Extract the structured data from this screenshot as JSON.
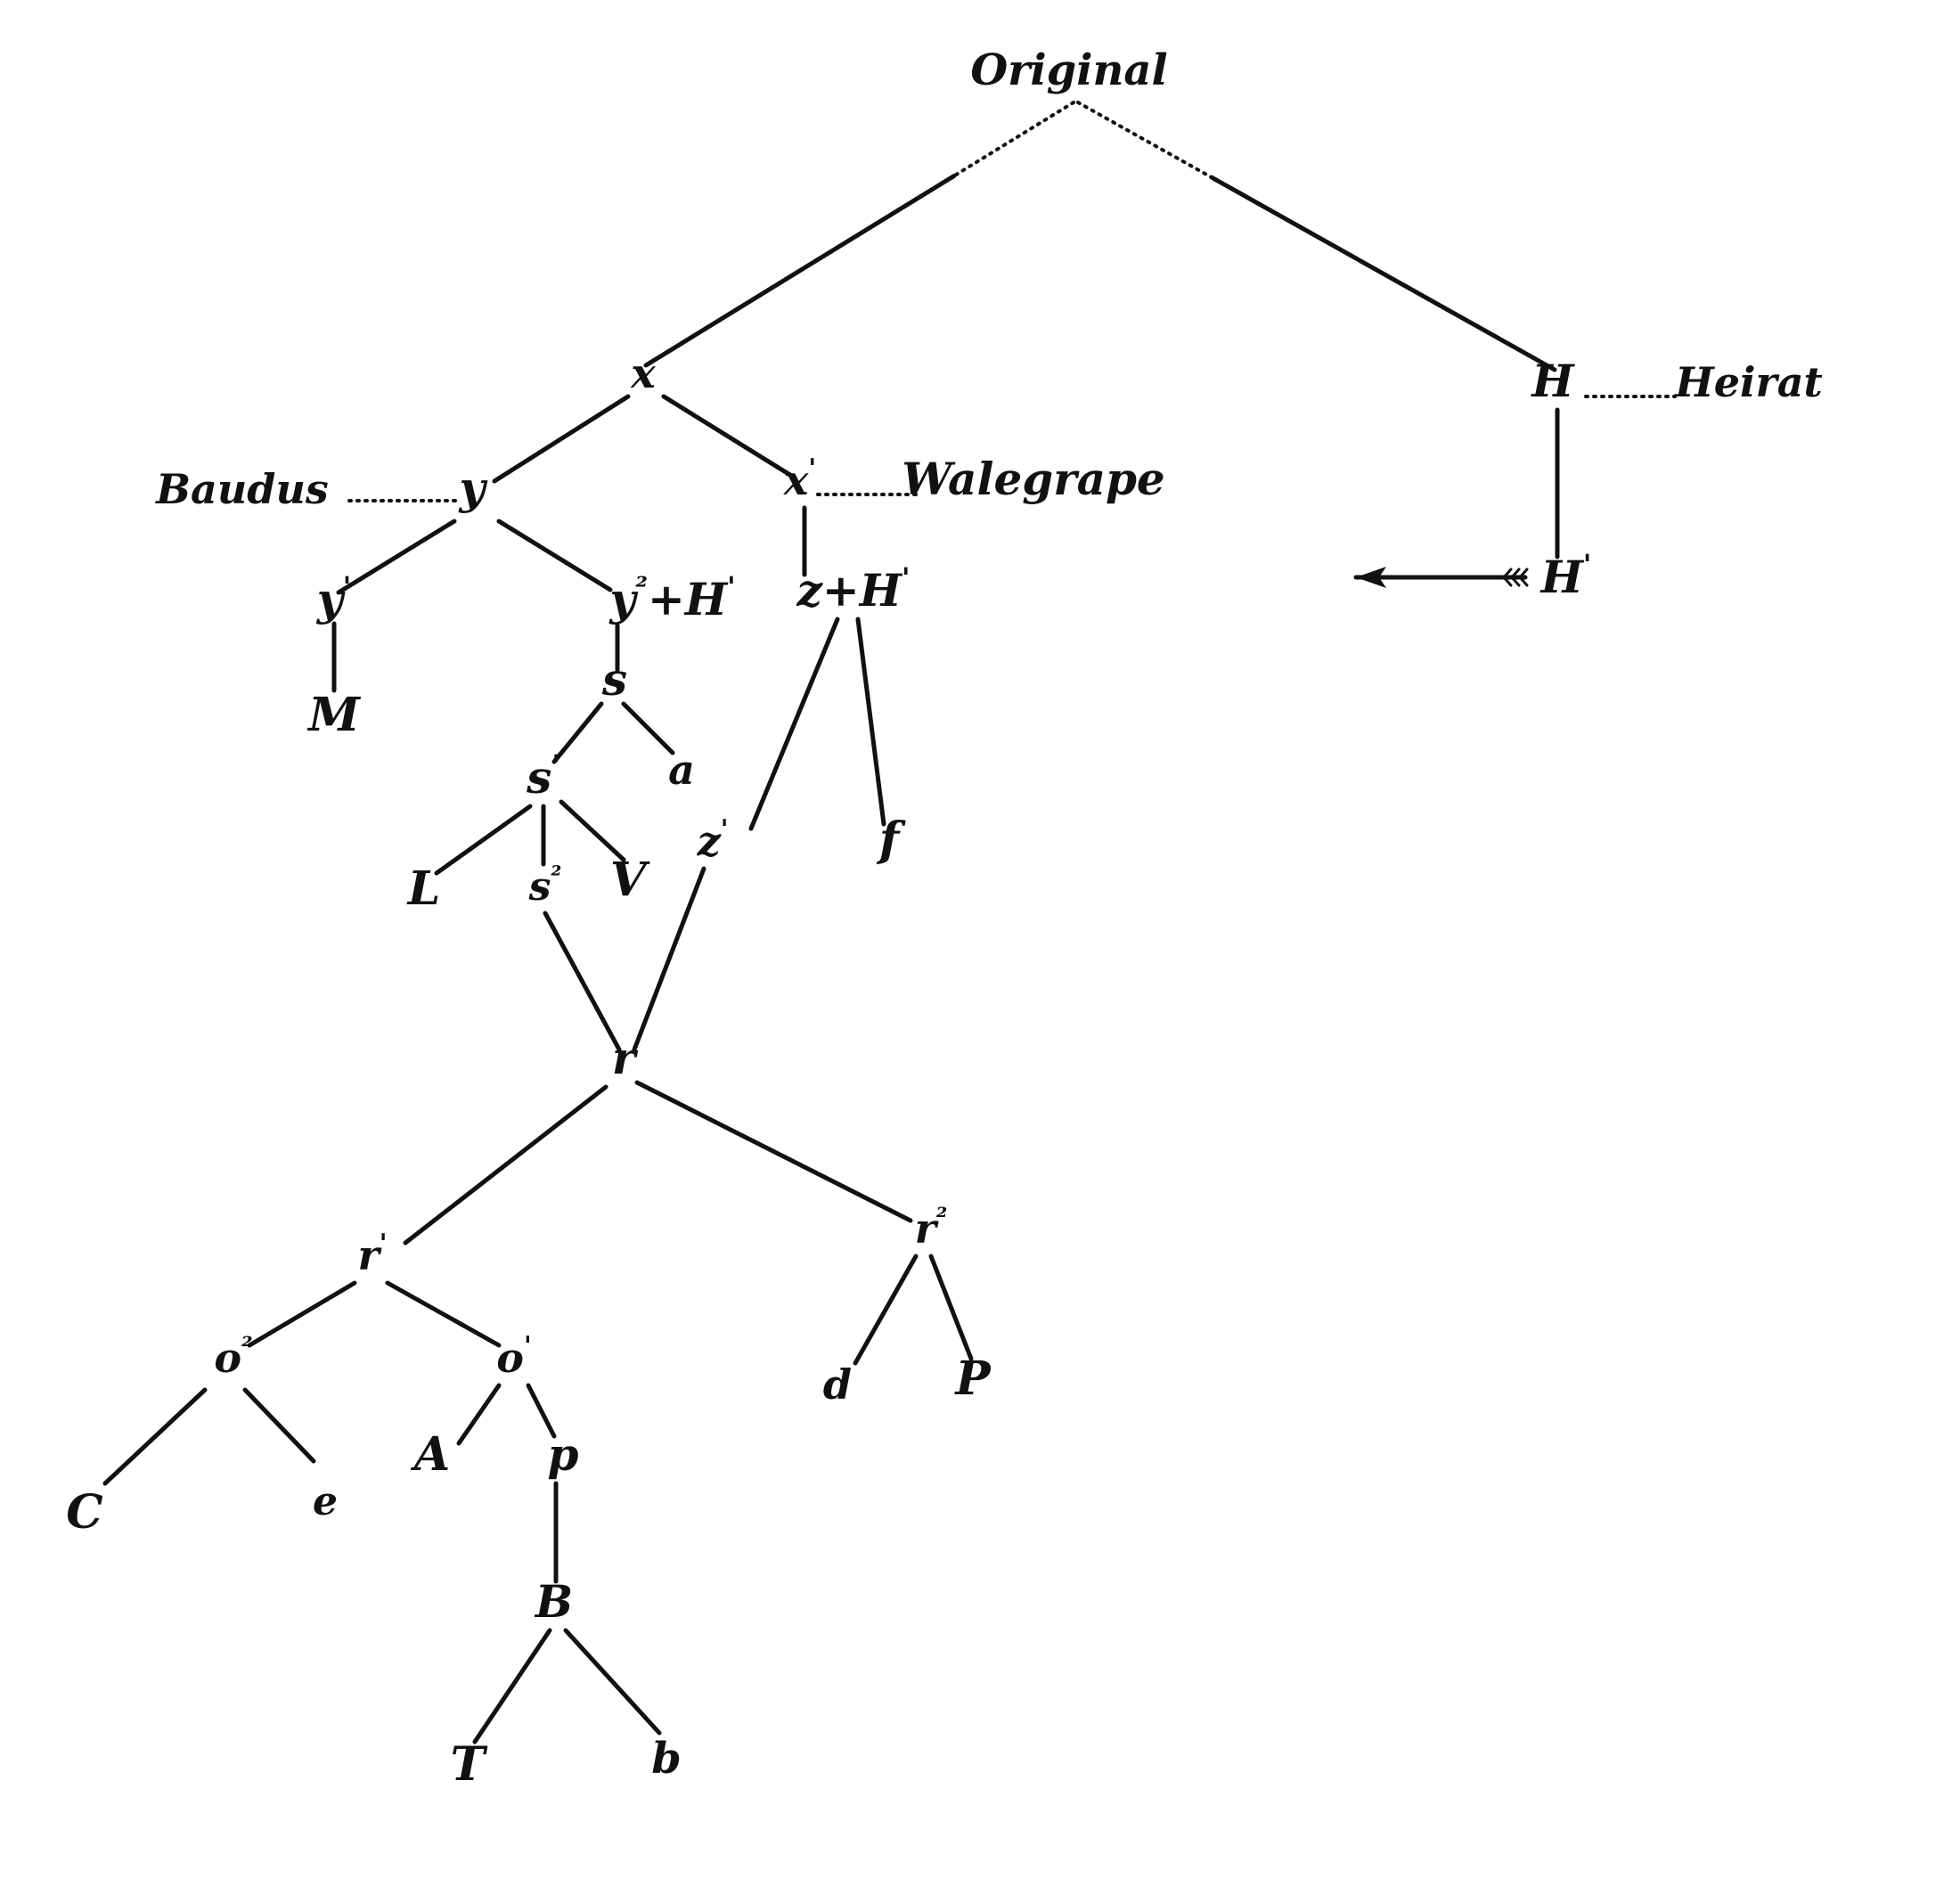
{
  "diagram": {
    "nodes": [
      {
        "id": "original",
        "label": "Original"
      },
      {
        "id": "x",
        "label": "x"
      },
      {
        "id": "H",
        "label": "H"
      },
      {
        "id": "heirat",
        "label": "Heirat"
      },
      {
        "id": "Hp",
        "label": "H",
        "sup": "'"
      },
      {
        "id": "baudus",
        "label": "Baudus"
      },
      {
        "id": "y",
        "label": "y"
      },
      {
        "id": "x1",
        "label": "x",
        "sup": "'"
      },
      {
        "id": "walegrape",
        "label": "Walegrape"
      },
      {
        "id": "y1",
        "label": "y",
        "sup": "'"
      },
      {
        "id": "y2",
        "label": "y",
        "sup": "²",
        "suffix": "+H",
        "suffix_sup": "'"
      },
      {
        "id": "z",
        "label": "z",
        "suffix": "+H",
        "suffix_sup": "'"
      },
      {
        "id": "M",
        "label": "M"
      },
      {
        "id": "s",
        "label": "s"
      },
      {
        "id": "a",
        "label": "a"
      },
      {
        "id": "s1",
        "label": "s",
        "sup": "'"
      },
      {
        "id": "z1",
        "label": "z",
        "sup": "'"
      },
      {
        "id": "f",
        "label": "f"
      },
      {
        "id": "L",
        "label": "L"
      },
      {
        "id": "s2",
        "label": "s",
        "sup": "²"
      },
      {
        "id": "V",
        "label": "V"
      },
      {
        "id": "r",
        "label": "r"
      },
      {
        "id": "r1",
        "label": "r",
        "sup": "'"
      },
      {
        "id": "r2",
        "label": "r",
        "sup": "²"
      },
      {
        "id": "o2",
        "label": "o",
        "sup": "²"
      },
      {
        "id": "o1",
        "label": "o",
        "sup": "'"
      },
      {
        "id": "d",
        "label": "d"
      },
      {
        "id": "P",
        "label": "P"
      },
      {
        "id": "C",
        "label": "C"
      },
      {
        "id": "e",
        "label": "e"
      },
      {
        "id": "A",
        "label": "A"
      },
      {
        "id": "p",
        "label": "p"
      },
      {
        "id": "B",
        "label": "B"
      },
      {
        "id": "T",
        "label": "T"
      },
      {
        "id": "b",
        "label": "b"
      }
    ],
    "edges": [
      {
        "from": "original",
        "to": "x",
        "style": "partly-dotted"
      },
      {
        "from": "original",
        "to": "H",
        "style": "partly-dotted"
      },
      {
        "from": "x",
        "to": "y",
        "style": "solid"
      },
      {
        "from": "x",
        "to": "x1",
        "style": "solid"
      },
      {
        "from": "y",
        "to": "y1",
        "style": "solid"
      },
      {
        "from": "y",
        "to": "y2",
        "style": "solid"
      },
      {
        "from": "y1",
        "to": "M",
        "style": "solid"
      },
      {
        "from": "y2",
        "to": "s",
        "style": "solid"
      },
      {
        "from": "s",
        "to": "s1",
        "style": "solid"
      },
      {
        "from": "s",
        "to": "a",
        "style": "solid"
      },
      {
        "from": "s1",
        "to": "L",
        "style": "solid"
      },
      {
        "from": "s1",
        "to": "s2",
        "style": "solid"
      },
      {
        "from": "s1",
        "to": "V",
        "style": "solid"
      },
      {
        "from": "x1",
        "to": "z",
        "style": "solid"
      },
      {
        "from": "z",
        "to": "z1",
        "style": "solid"
      },
      {
        "from": "z",
        "to": "f",
        "style": "solid"
      },
      {
        "from": "s2",
        "to": "r",
        "style": "solid"
      },
      {
        "from": "z1",
        "to": "r",
        "style": "solid"
      },
      {
        "from": "r",
        "to": "r1",
        "style": "solid"
      },
      {
        "from": "r",
        "to": "r2",
        "style": "solid"
      },
      {
        "from": "r1",
        "to": "o2",
        "style": "solid"
      },
      {
        "from": "r1",
        "to": "o1",
        "style": "solid"
      },
      {
        "from": "r2",
        "to": "d",
        "style": "solid"
      },
      {
        "from": "r2",
        "to": "P",
        "style": "solid"
      },
      {
        "from": "o2",
        "to": "C",
        "style": "solid"
      },
      {
        "from": "o2",
        "to": "e",
        "style": "solid"
      },
      {
        "from": "o1",
        "to": "A",
        "style": "solid"
      },
      {
        "from": "o1",
        "to": "p",
        "style": "solid"
      },
      {
        "from": "p",
        "to": "B",
        "style": "solid"
      },
      {
        "from": "B",
        "to": "T",
        "style": "solid"
      },
      {
        "from": "B",
        "to": "b",
        "style": "solid"
      },
      {
        "from": "H",
        "to": "Hp",
        "style": "solid"
      },
      {
        "from": "baudus",
        "to": "y",
        "style": "dotted"
      },
      {
        "from": "x1",
        "to": "walegrape",
        "style": "dotted"
      },
      {
        "from": "H",
        "to": "heirat",
        "style": "dotted"
      },
      {
        "from": "Hp",
        "to": "left",
        "style": "arrow"
      }
    ]
  }
}
